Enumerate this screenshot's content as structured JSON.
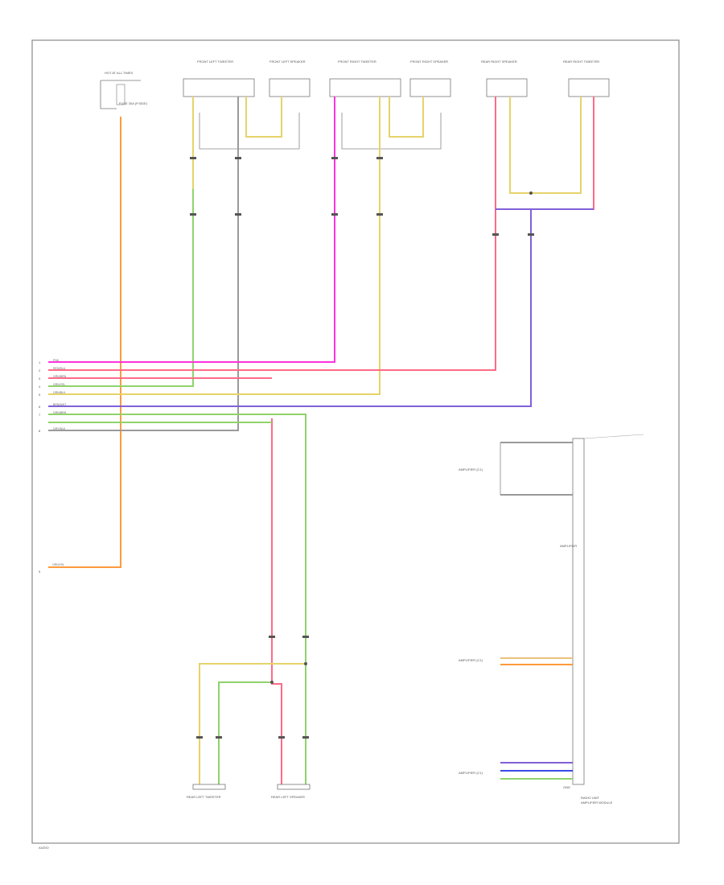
{
  "diagram_id": "AUDIO",
  "colors": {
    "orange": "#ff9a3c",
    "yellow": "#e6d36a",
    "green": "#8fd36b",
    "gray": "#9a9a9a",
    "magenta": "#ff33dd",
    "pink": "#ff6b88",
    "violet": "#8060d8",
    "blue": "#3a4be8",
    "tan": "#e8c27a"
  },
  "labels": {
    "batt_title": "HOT AT ALL TIMES",
    "fuse": "FUSE 30A (P.SIDE)",
    "tw1": "FRONT LEFT TWEETER",
    "tw2": "FRONT LEFT SPEAKER",
    "tw3": "FRONT RIGHT TWEETER",
    "tw4": "FRONT RIGHT SPEAKER",
    "rr1": "REAR RIGHT SPEAKER",
    "rr2": "REAR RIGHT TWEETER",
    "rl1": "REAR LEFT TWEETER",
    "rl2": "REAR LEFT SPEAKER",
    "amp": "AMPLIFIER",
    "amp_conn": "AMPLIFIER (C1)",
    "amp_main": "RADIO UNIT",
    "amp_sub": "AMPLIFIER MODULE",
    "gnd": "GND",
    "pin_labels": [
      "1",
      "2",
      "3",
      "4",
      "5",
      "6",
      "7",
      "8",
      "9"
    ],
    "bus_codes": [
      "PNK",
      "RED/BLU",
      "GRN/BRN",
      "GRN/YEL",
      "ORN/BLK",
      "BRN/WHT",
      "GRN/BRN",
      "GRY/BLK"
    ],
    "batt_code": "ORN/YEL"
  }
}
